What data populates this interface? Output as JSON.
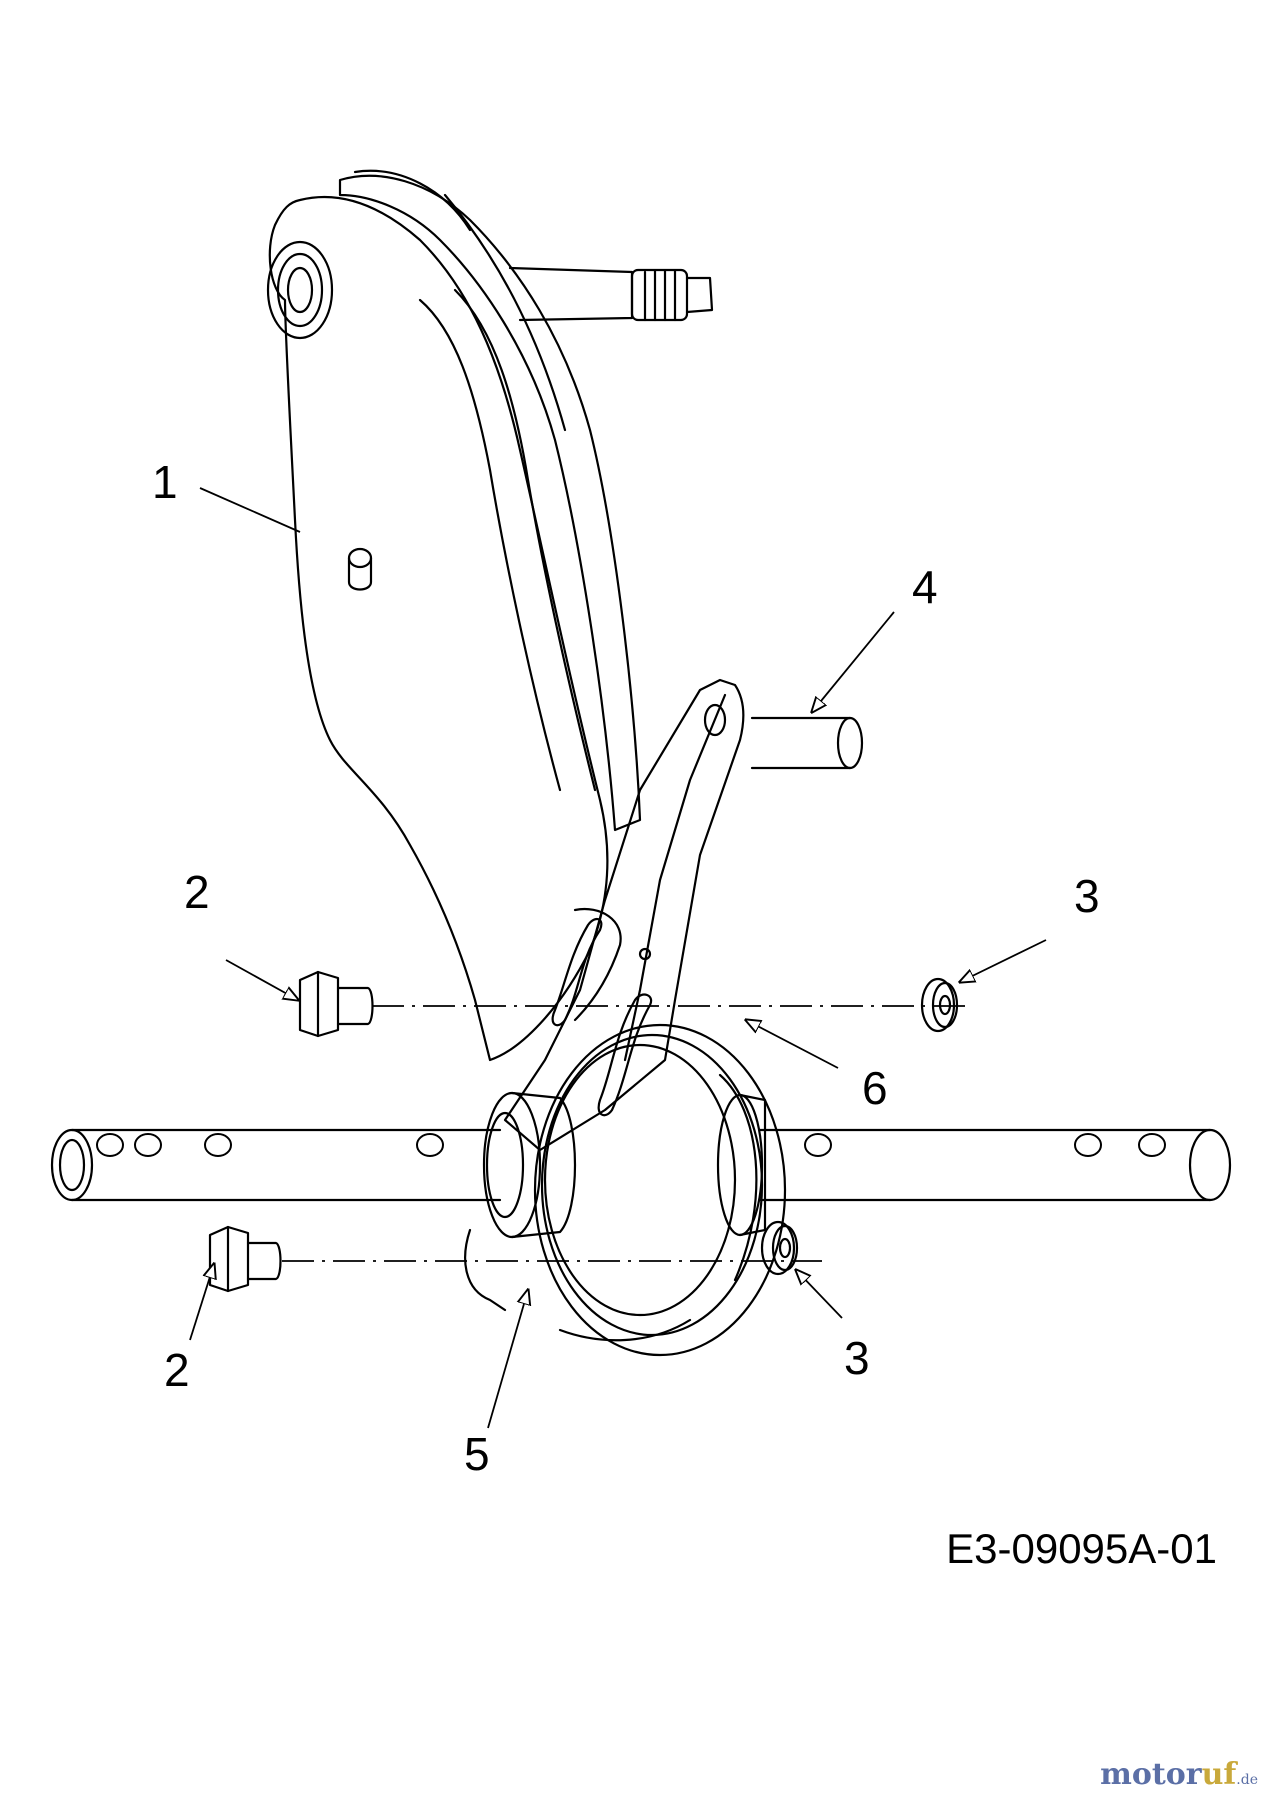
{
  "callouts": {
    "c1": "1",
    "c2_top": "2",
    "c2_bottom": "2",
    "c3_top": "3",
    "c3_bottom": "3",
    "c4": "4",
    "c5": "5",
    "c6": "6"
  },
  "drawing_code": "E3-09095A-01",
  "watermark": {
    "part1": "motor",
    "part2": "uf",
    "suffix": ".de"
  }
}
